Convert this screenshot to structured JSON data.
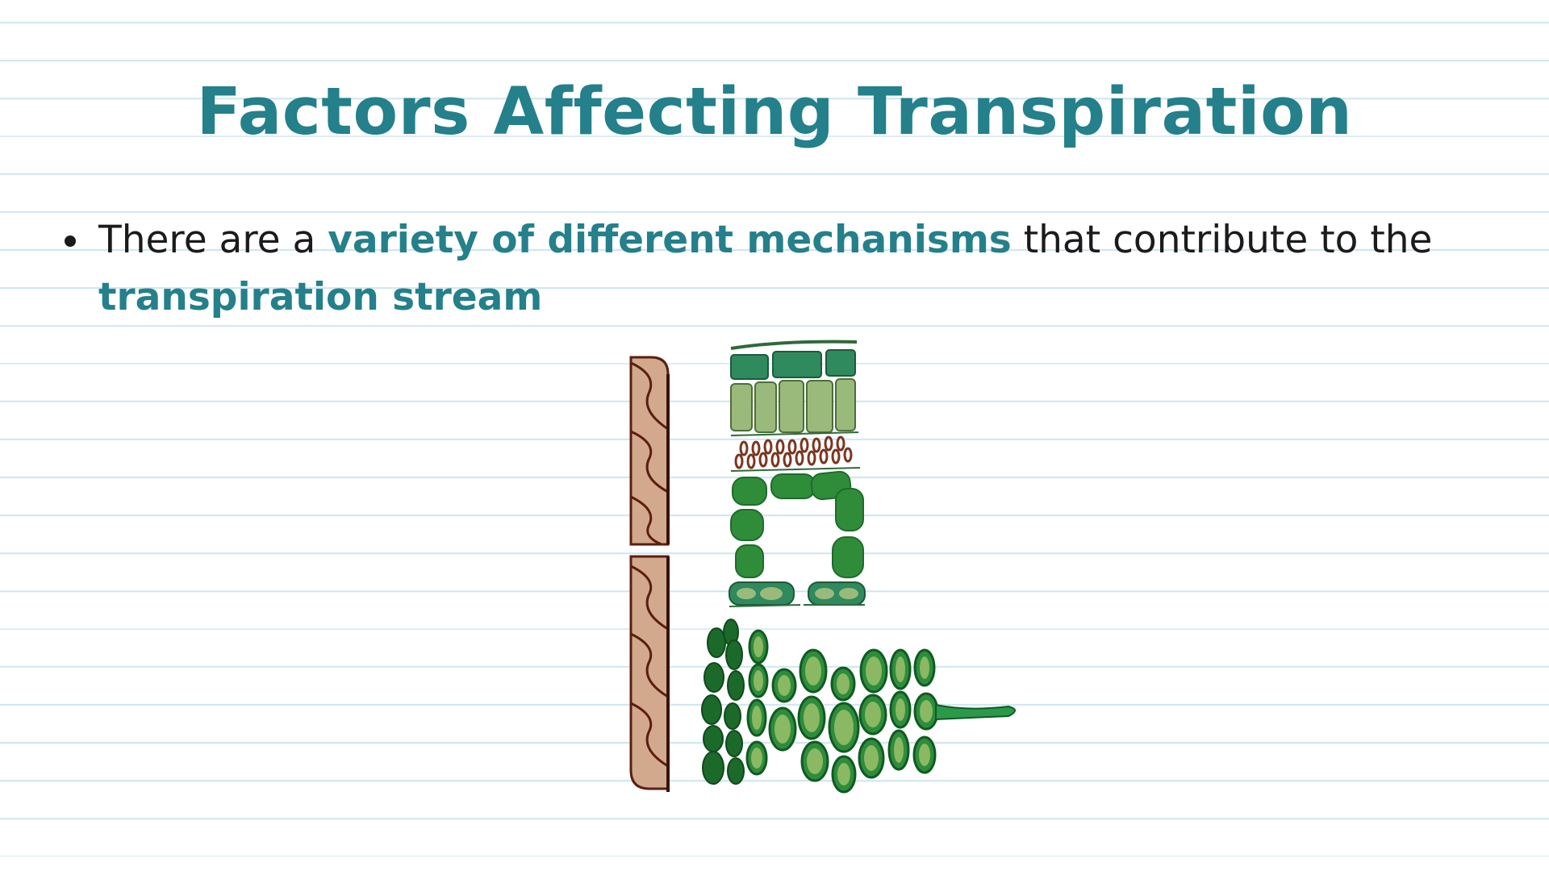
{
  "slide": {
    "title": "Factors Affecting Transpiration",
    "bullet": {
      "part1": "There are a ",
      "highlight1": "variety of different mechanisms",
      "part2": " that contribute to the ",
      "highlight2": "transpiration stream"
    }
  },
  "colors": {
    "accent": "#24808a",
    "text": "#1b1b1b",
    "rule_lines": "#cfe6f0",
    "xylem_fill": "#d2a98c",
    "xylem_stroke": "#5a1e10",
    "cuticle": "#2e6a3a",
    "epidermis": "#2f8a5e",
    "palisade": "#9aba7c",
    "stomata_guard": "#7a3520",
    "spongy": "#2f8d3a",
    "spongy_dark": "#1f6b2a",
    "root_cell_dark": "#1c6a2a",
    "root_cell_light": "#8ab863",
    "root_hair": "#2a9a4a"
  },
  "figure": {
    "icon": "plant-tissue-cross-section-icon"
  }
}
